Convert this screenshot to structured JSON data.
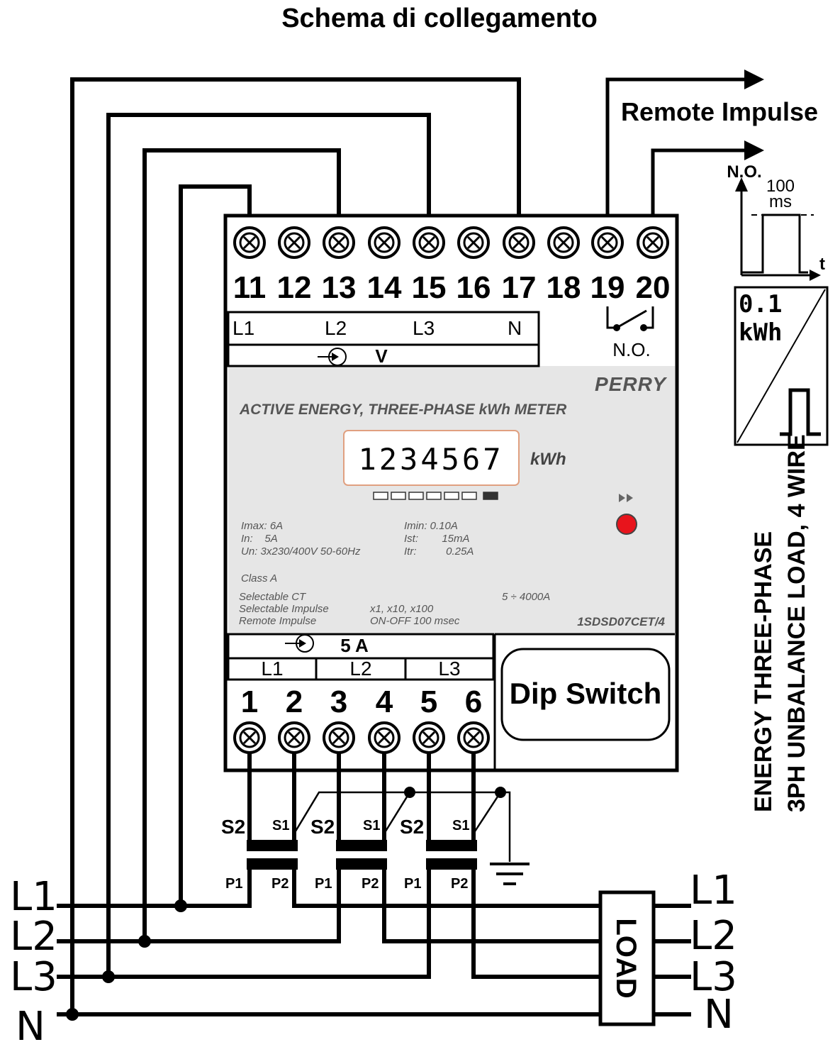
{
  "title": "Schema di collegamento",
  "remote_impulse": "Remote Impulse",
  "pulse_graph": {
    "no_label": "N.O.",
    "duration": "100",
    "unit": "ms",
    "t_label": "t"
  },
  "pulse_box": {
    "value": "0.1",
    "unit": "kWh"
  },
  "side_text": {
    "line1": "ENERGY THREE-PHASE",
    "line2": "3PH UNBALANCE LOAD, 4 WIRE"
  },
  "meter": {
    "top_terminals": [
      "11",
      "12",
      "13",
      "14",
      "15",
      "16",
      "17",
      "18",
      "19",
      "20"
    ],
    "bottom_terminals": [
      "1",
      "2",
      "3",
      "4",
      "5",
      "6"
    ],
    "voltage_labels": [
      "L1",
      "L2",
      "L3",
      "N"
    ],
    "voltage_symbol": "V",
    "relay_label": "N.O.",
    "brand": "PERRY",
    "heading": "ACTIVE ENERGY, THREE-PHASE kWh METER",
    "display": "1234567",
    "display_unit": "kWh",
    "specs_left": [
      "Imax: 6A",
      "In:    5A",
      "Un: 3x230/400V 50-60Hz"
    ],
    "specs_right": [
      "Imin: 0.10A",
      "Ist:        15mA",
      "Itr:          0.25A"
    ],
    "class": "Class A",
    "selectable_ct": "Selectable CT",
    "selectable_impulse": "Selectable Impulse",
    "remote_impulse_spec": "Remote Impulse",
    "impulse_values": "x1, x10, x100",
    "impulse_timing": "ON-OFF 100 msec",
    "ct_range": "5 ÷ 4000A",
    "model": "1SDSD07CET/4",
    "current_rating": "5 A",
    "current_labels": [
      "L1",
      "L2",
      "L3"
    ],
    "dip_switch": "Dip Switch"
  },
  "ct_labels": {
    "s2": "S2",
    "s1": "S1",
    "p1": "P1",
    "p2": "P2"
  },
  "lines_left": [
    "L1",
    "L2",
    "L3",
    "N"
  ],
  "lines_right": [
    "L1",
    "L2",
    "L3",
    "N"
  ],
  "load": "LOAD",
  "colors": {
    "line": "#000000",
    "panel": "#e6e6e6",
    "led": "#e8141c",
    "display_border": "#e0a080"
  }
}
